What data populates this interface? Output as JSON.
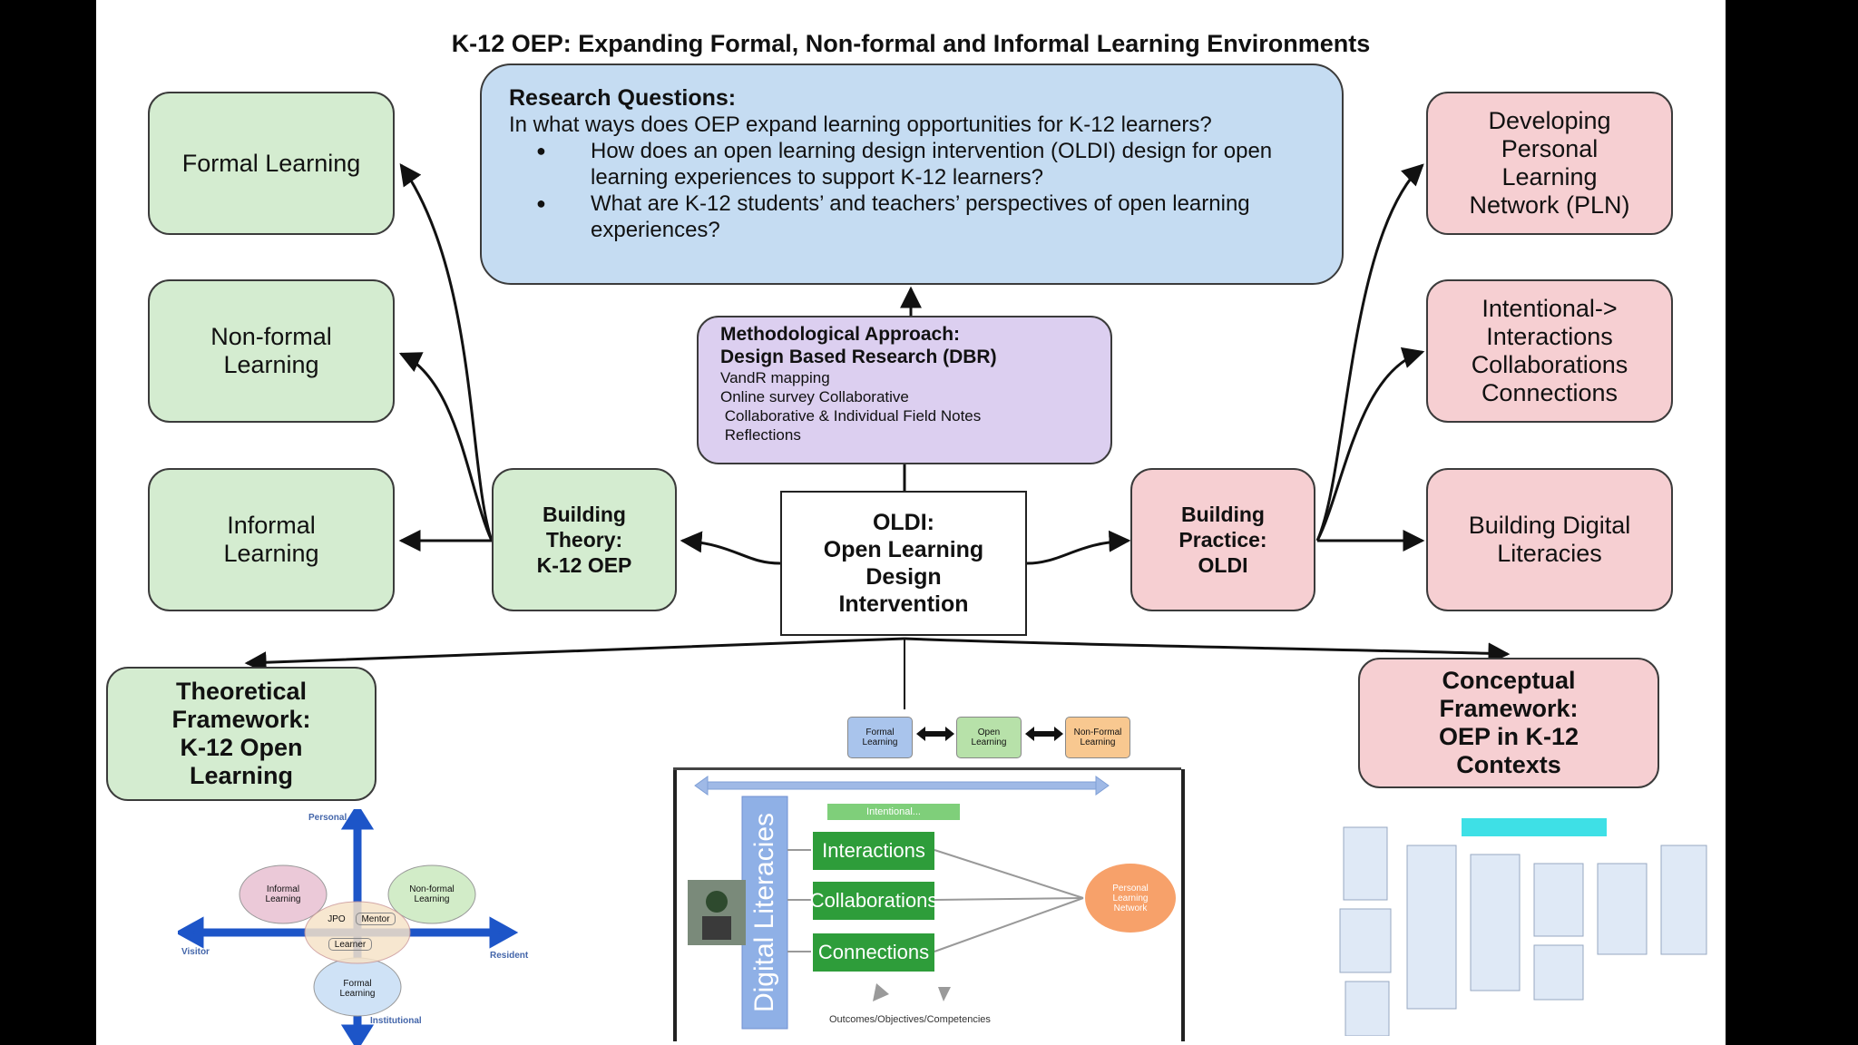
{
  "title": "K-12 OEP: Expanding Formal, Non-formal and Informal Learning Environments",
  "research": {
    "heading": "Research Questions:",
    "main": "In what ways does OEP expand learning opportunities for K-12 learners?",
    "bullets": [
      "How does an open learning design intervention (OLDI) design for open learning experiences to support K-12 learners?",
      "What are K-12 students’ and teachers’ perspectives of open learning experiences?"
    ]
  },
  "method": {
    "heading": "Methodological Approach:\nDesign Based Research (DBR)",
    "items": [
      "VandR mapping",
      "Online survey Collaborative",
      " Collaborative & Individual Field Notes",
      " Reflections"
    ]
  },
  "oldi": "OLDI:\nOpen Learning\nDesign\nIntervention",
  "left_boxes": [
    "Formal Learning",
    "Non-formal\nLearning",
    "Informal\nLearning"
  ],
  "building_theory": "Building\nTheory:\nK-12 OEP",
  "building_practice": "Building\nPractice:\nOLDI",
  "right_boxes": [
    "Developing\nPersonal\nLearning\nNetwork (PLN)",
    "Intentional->\nInteractions\nCollaborations\nConnections",
    "Building Digital\nLiteracies"
  ],
  "theoretical": "Theoretical\nFramework:\nK-12 Open\nLearning",
  "conceptual": "Conceptual\nFramework:\nOEP in K-12\nContexts",
  "vr_map": {
    "axis_top": "Personal",
    "axis_bottom": "Institutional",
    "axis_left": "Visitor",
    "axis_right": "Resident",
    "informal": "Informal\nLearning",
    "nonformal": "Non-formal\nLearning",
    "formal": "Formal\nLearning",
    "center_labels": [
      "JPO",
      "Mentor",
      "Learner"
    ]
  },
  "oldi_diagram": {
    "top_formal": "Formal\nLearning",
    "top_open": "Open\nLearning",
    "top_nonformal": "Non-Formal\nLearning",
    "vertical": "Digital Literacies",
    "intentional": "Intentional...",
    "items": [
      "Interactions",
      "Collaborations",
      "Connections"
    ],
    "pln": "Personal\nLearning\nNetwork",
    "bottom": "Outcomes/Objectives/Competencies"
  },
  "colors": {
    "green": "#d4ecd0",
    "pink": "#f6cfd2",
    "blue": "#c5dcf2",
    "purple": "#dccff0",
    "accent_green": "#2e9d3a"
  }
}
